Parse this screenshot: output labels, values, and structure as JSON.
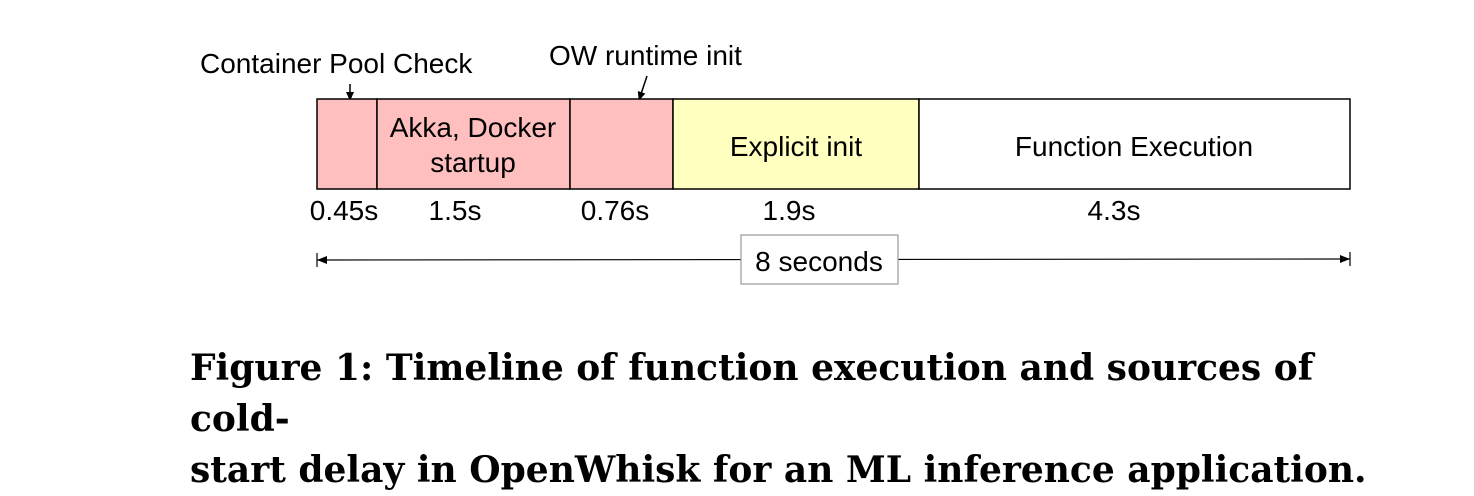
{
  "timeline": {
    "segments": [
      {
        "label": "",
        "duration_label": "0.45s",
        "color": "#ffbfbf"
      },
      {
        "label": "Akka, Docker startup",
        "label_lines": [
          "Akka, Docker",
          "startup"
        ],
        "duration_label": "1.5s",
        "color": "#ffbfbf"
      },
      {
        "label": "",
        "duration_label": "0.76s",
        "color": "#ffbfbf"
      },
      {
        "label": "Explicit init",
        "label_lines": [
          "Explicit init"
        ],
        "duration_label": "1.9s",
        "color": "#ffffbf"
      },
      {
        "label": "Function Execution",
        "label_lines": [
          "Function Execution"
        ],
        "duration_label": "4.3s",
        "color": "#ffffff"
      }
    ],
    "callouts": [
      {
        "text": "Container Pool Check",
        "segment_index": 0
      },
      {
        "text": "OW runtime init",
        "segment_index": 2
      }
    ],
    "total_label": "8 seconds"
  },
  "caption": {
    "line1": "Figure 1: Timeline of function execution and sources of cold-",
    "line2": "start delay in OpenWhisk for an ML inference application."
  }
}
